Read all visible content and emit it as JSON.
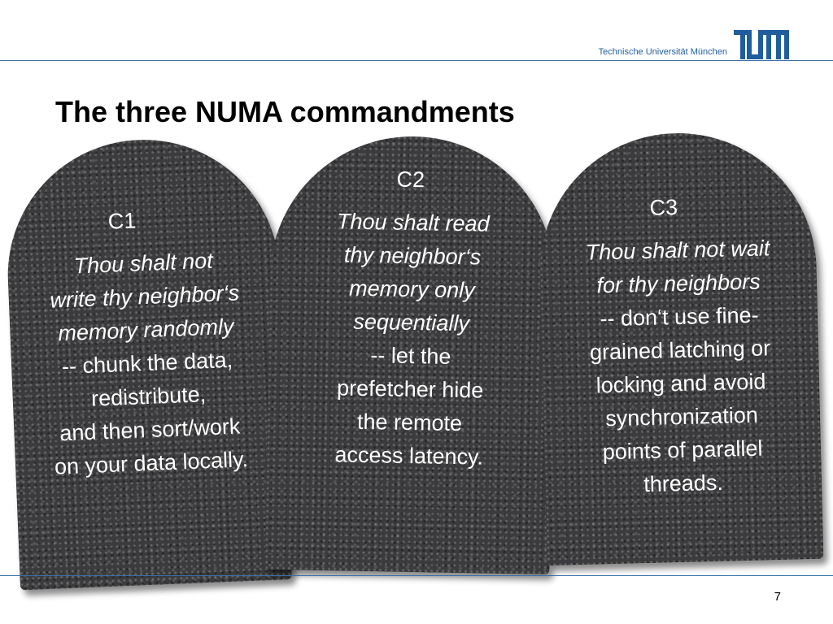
{
  "header": {
    "university": "Technische Universität München",
    "logo_text": "TUM"
  },
  "slide": {
    "title": "The three NUMA commandments",
    "page_number": "7"
  },
  "commandments": [
    {
      "label": "C1",
      "italic_lines": [
        "Thou shalt not",
        "write thy neighbor‘s",
        "memory randomly"
      ],
      "plain_lines": [
        "-- chunk the data,",
        "redistribute,",
        "and then sort/work",
        "on your data locally."
      ]
    },
    {
      "label": "C2",
      "italic_lines": [
        "Thou shalt read",
        "thy neighbor‘s",
        "memory only",
        "sequentially"
      ],
      "plain_lines": [
        "-- let the",
        "prefetcher hide",
        "the remote",
        "access latency."
      ]
    },
    {
      "label": "C3",
      "italic_lines": [
        "Thou shalt not wait",
        "for thy neighbors"
      ],
      "plain_lines": [
        "-- don‘t use fine-",
        "grained latching or",
        "locking and avoid",
        "synchronization",
        "points of parallel",
        "threads."
      ]
    }
  ],
  "colors": {
    "accent_blue": "#3a6fa8",
    "logo_blue": "#1f5d9c",
    "stone": "#3b3b3d",
    "stone_text": "#ffffff"
  }
}
